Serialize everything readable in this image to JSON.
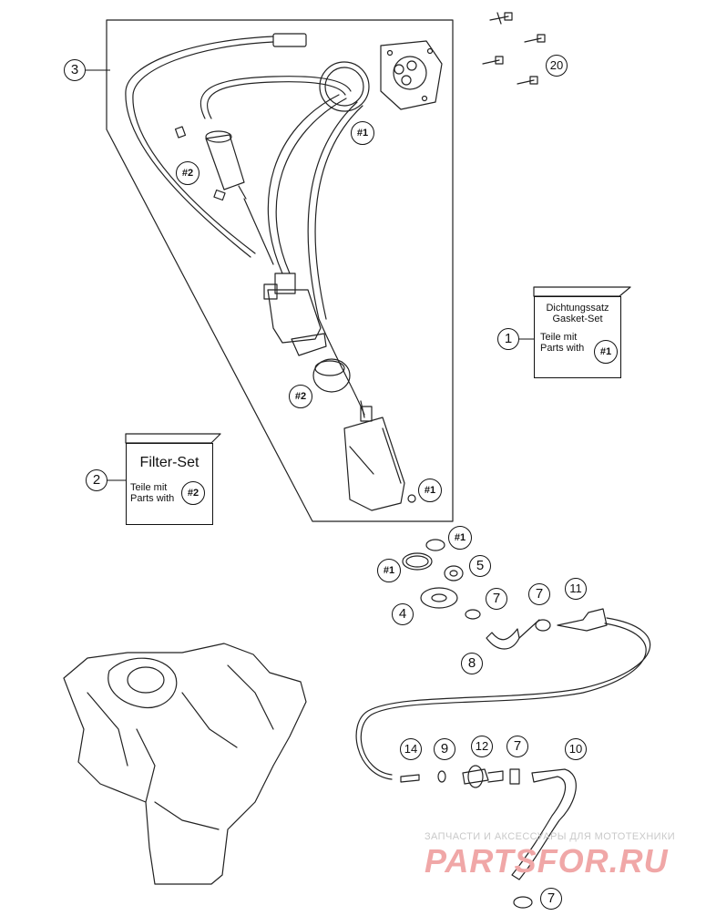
{
  "callouts": {
    "n1": "1",
    "n2": "2",
    "n3": "3",
    "n4": "4",
    "n5": "5",
    "n7": "7",
    "n8": "8",
    "n9": "9",
    "n10": "10",
    "n11": "11",
    "n12": "12",
    "n14": "14",
    "n20": "20",
    "ref1": "#1",
    "ref2": "#2"
  },
  "gasket_box": {
    "title_de": "Dichtungssatz",
    "title_en": "Gasket-Set",
    "line_de": "Teile mit",
    "line_en": "Parts with",
    "ref": "#1"
  },
  "filter_box": {
    "title": "Filter-Set",
    "line_de": "Teile mit",
    "line_en": "Parts with",
    "ref": "#2"
  },
  "watermark": {
    "line1": "ЗАПЧАСТИ И АКСЕССУАРЫ ДЛЯ МОТОТЕХНИКИ",
    "line2": "PARTSFOR.RU"
  }
}
